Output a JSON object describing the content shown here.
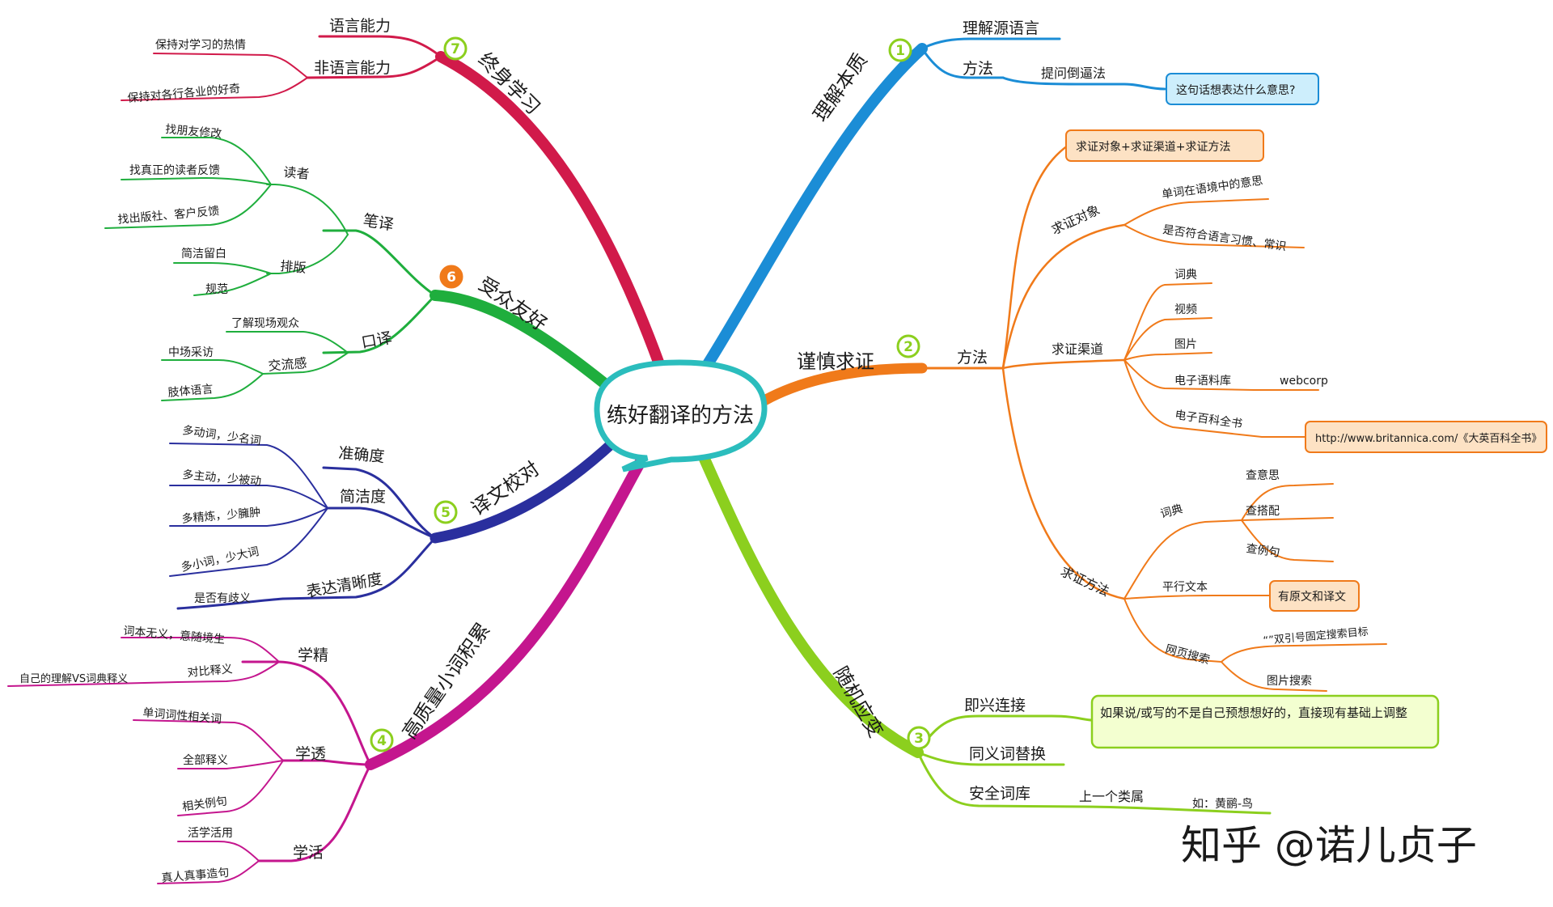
{
  "center": {
    "label": "练好翻译的方法"
  },
  "watermark": "知乎 @诺儿贞子",
  "colors": {
    "blue": "#1b8dd6",
    "orange": "#f07a1a",
    "green_light": "#8ccf1e",
    "magenta": "#c4168e",
    "navy": "#2a2f9e",
    "green": "#1fae3d",
    "crimson": "#d11a4a"
  },
  "branches": {
    "b1": {
      "num": "1",
      "label": "理解本质",
      "c1": "理解源语言",
      "c2": "方法",
      "c2a": "提问倒逼法",
      "box": "这句话想表达什么意思?"
    },
    "b2": {
      "num": "2",
      "label": "谨慎求证",
      "method": "方法",
      "topbox": "求证对象+求证渠道+求证方法",
      "obj": "求证对象",
      "obj1": "单词在语境中的意思",
      "obj2": "是否符合语言习惯、常识",
      "ch": "求证渠道",
      "ch1": "词典",
      "ch2": "视频",
      "ch3": "图片",
      "ch4": "电子语料库",
      "ch4a": "webcorp",
      "ch5": "电子百科全书",
      "ch5box": "http://www.britannica.com/《大英百科全书》",
      "mt": "求证方法",
      "mt1": "词典",
      "mt1a": "查意思",
      "mt1b": "查搭配",
      "mt1c": "查例句",
      "mt2": "平行文本",
      "mt2box": "有原文和译文",
      "mt3": "网页搜索",
      "mt3a": "“”双引号固定搜索目标",
      "mt3b": "图片搜索"
    },
    "b3": {
      "num": "3",
      "label": "随机应变",
      "c1": "即兴连接",
      "c1box": "如果说/或写的不是自己预想想好的，直接现有基础上调整",
      "c2": "同义词替换",
      "c3": "安全词库",
      "c3a": "上一个类属",
      "c3b": "如：黄鹂-鸟"
    },
    "b4": {
      "num": "4",
      "label": "高质量小词积累",
      "c1": "学精",
      "c1a": "词本无义，意随境生",
      "c1b": "对比释义",
      "c1b1": "自己的理解VS词典释义",
      "c2": "学透",
      "c2a": "单词词性相关词",
      "c2b": "全部释义",
      "c2c": "相关例句",
      "c3": "学活",
      "c3a": "活学活用",
      "c3b": "真人真事造句"
    },
    "b5": {
      "num": "5",
      "label": "译文校对",
      "c1": "准确度",
      "c2": "简洁度",
      "c2a": "多动词，少名词",
      "c2b": "多主动，少被动",
      "c2c": "多精炼，少臃肿",
      "c2d": "多小词，少大词",
      "c3": "表达清晰度",
      "c3a": "是否有歧义"
    },
    "b6": {
      "num": "6",
      "label": "受众友好",
      "c1": "笔译",
      "c1a": "读者",
      "c1a1": "找朋友修改",
      "c1a2": "找真正的读者反馈",
      "c1a3": "找出版社、客户反馈",
      "c1b": "排版",
      "c1b1": "简洁留白",
      "c1b2": "规范",
      "c2": "口译",
      "c2a": "了解现场观众",
      "c2b": "交流感",
      "c2b1": "中场采访",
      "c2b2": "肢体语言"
    },
    "b7": {
      "num": "7",
      "label": "终身学习",
      "c1": "语言能力",
      "c2": "非语言能力",
      "c2a": "保持对学习的热情",
      "c2b": "保持对各行各业的好奇"
    }
  }
}
